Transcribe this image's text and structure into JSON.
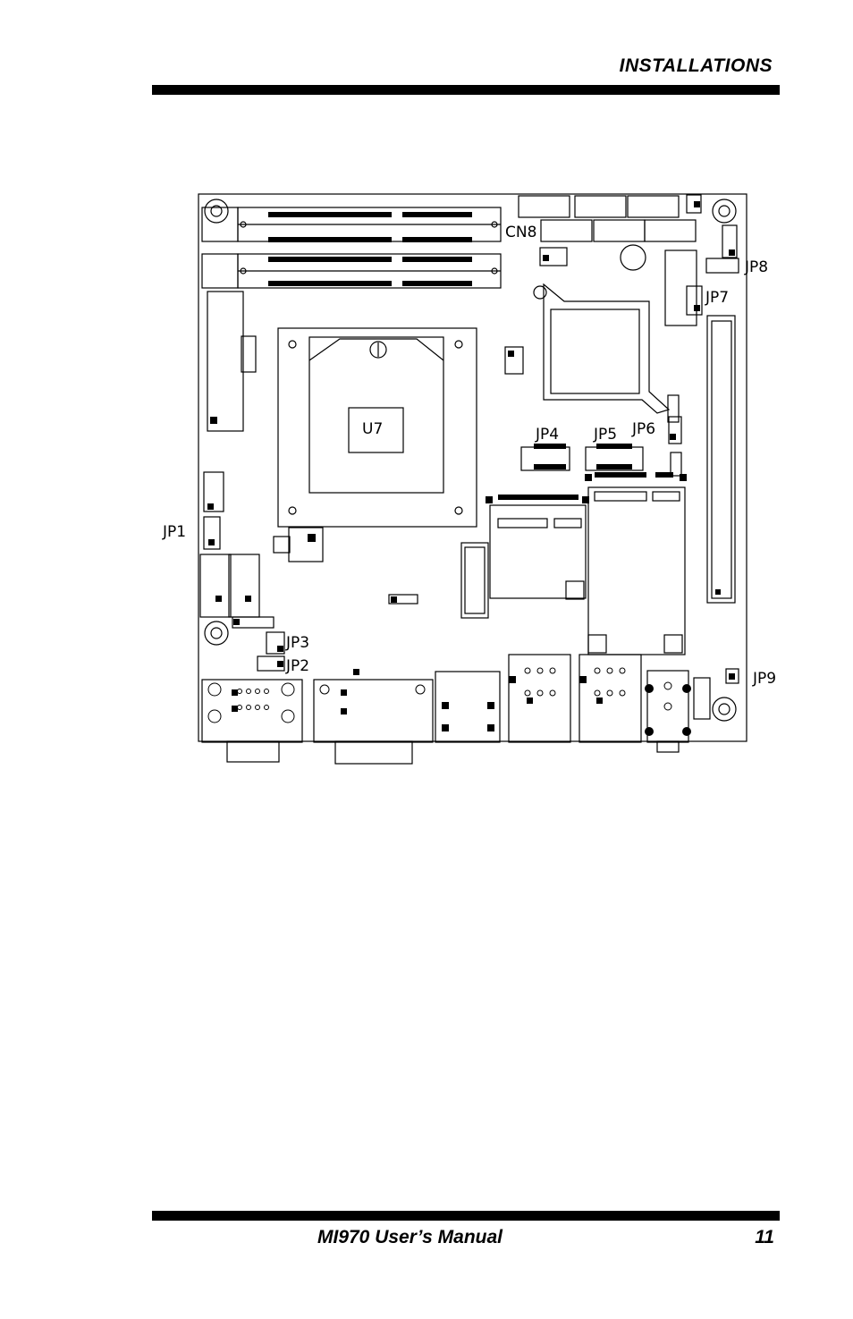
{
  "header": {
    "section_title": "INSTALLATIONS"
  },
  "footer": {
    "manual_title": "MI970 User’s Manual",
    "page_number": "11"
  },
  "diagram": {
    "labels": {
      "u7": "U7",
      "cn8": "CN8",
      "jp1": "JP1",
      "jp2": "JP2",
      "jp3": "JP3",
      "jp4": "JP4",
      "jp5": "JP5",
      "jp6": "JP6",
      "jp7": "JP7",
      "jp8": "JP8",
      "jp9": "JP9"
    }
  }
}
